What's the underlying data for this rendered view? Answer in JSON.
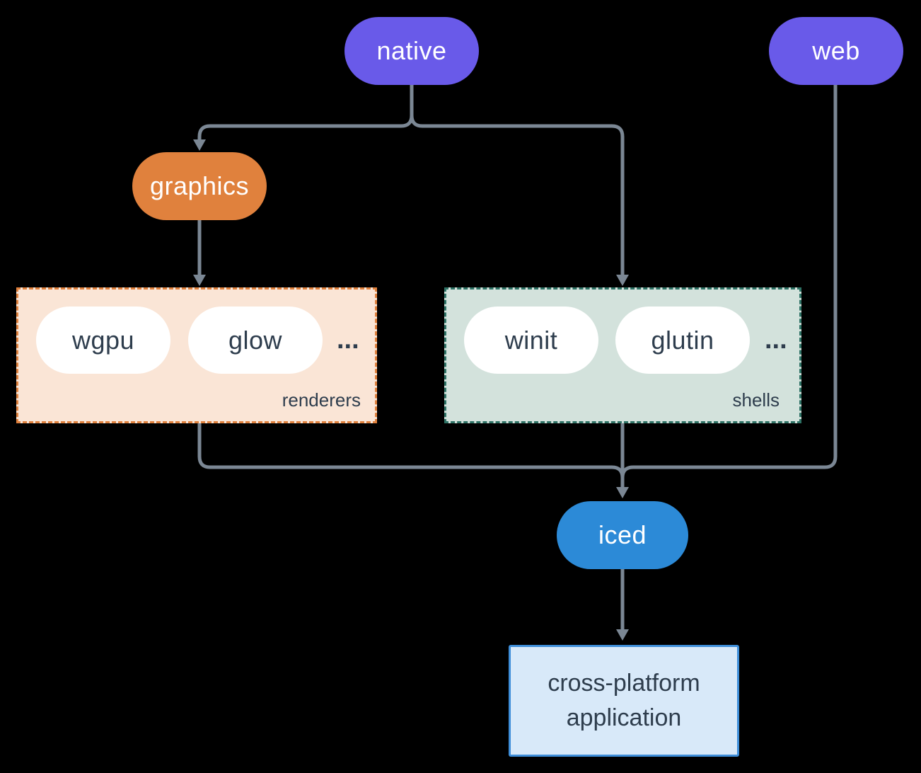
{
  "colors": {
    "background": "#000000",
    "line": "#7b8794",
    "purple": "#695ae9",
    "orange": "#e0813d",
    "blue": "#2c8ad7",
    "white": "#ffffff",
    "dark_text": "#2e3d4d",
    "renderers_fill": "#fae5d6",
    "renderers_border": "#e0813d",
    "shells_fill": "#d3e2dc",
    "shells_border": "#2e7265",
    "app_fill": "#d8e9f9",
    "app_border": "#3e8ed9"
  },
  "nodes": {
    "native": {
      "label": "native"
    },
    "web": {
      "label": "web"
    },
    "graphics": {
      "label": "graphics"
    },
    "iced": {
      "label": "iced"
    },
    "application": {
      "label": "cross-platform application"
    }
  },
  "groups": {
    "renderers": {
      "label": "renderers",
      "ellipsis": "...",
      "items": [
        {
          "label": "wgpu"
        },
        {
          "label": "glow"
        }
      ]
    },
    "shells": {
      "label": "shells",
      "ellipsis": "...",
      "items": [
        {
          "label": "winit"
        },
        {
          "label": "glutin"
        }
      ]
    }
  }
}
